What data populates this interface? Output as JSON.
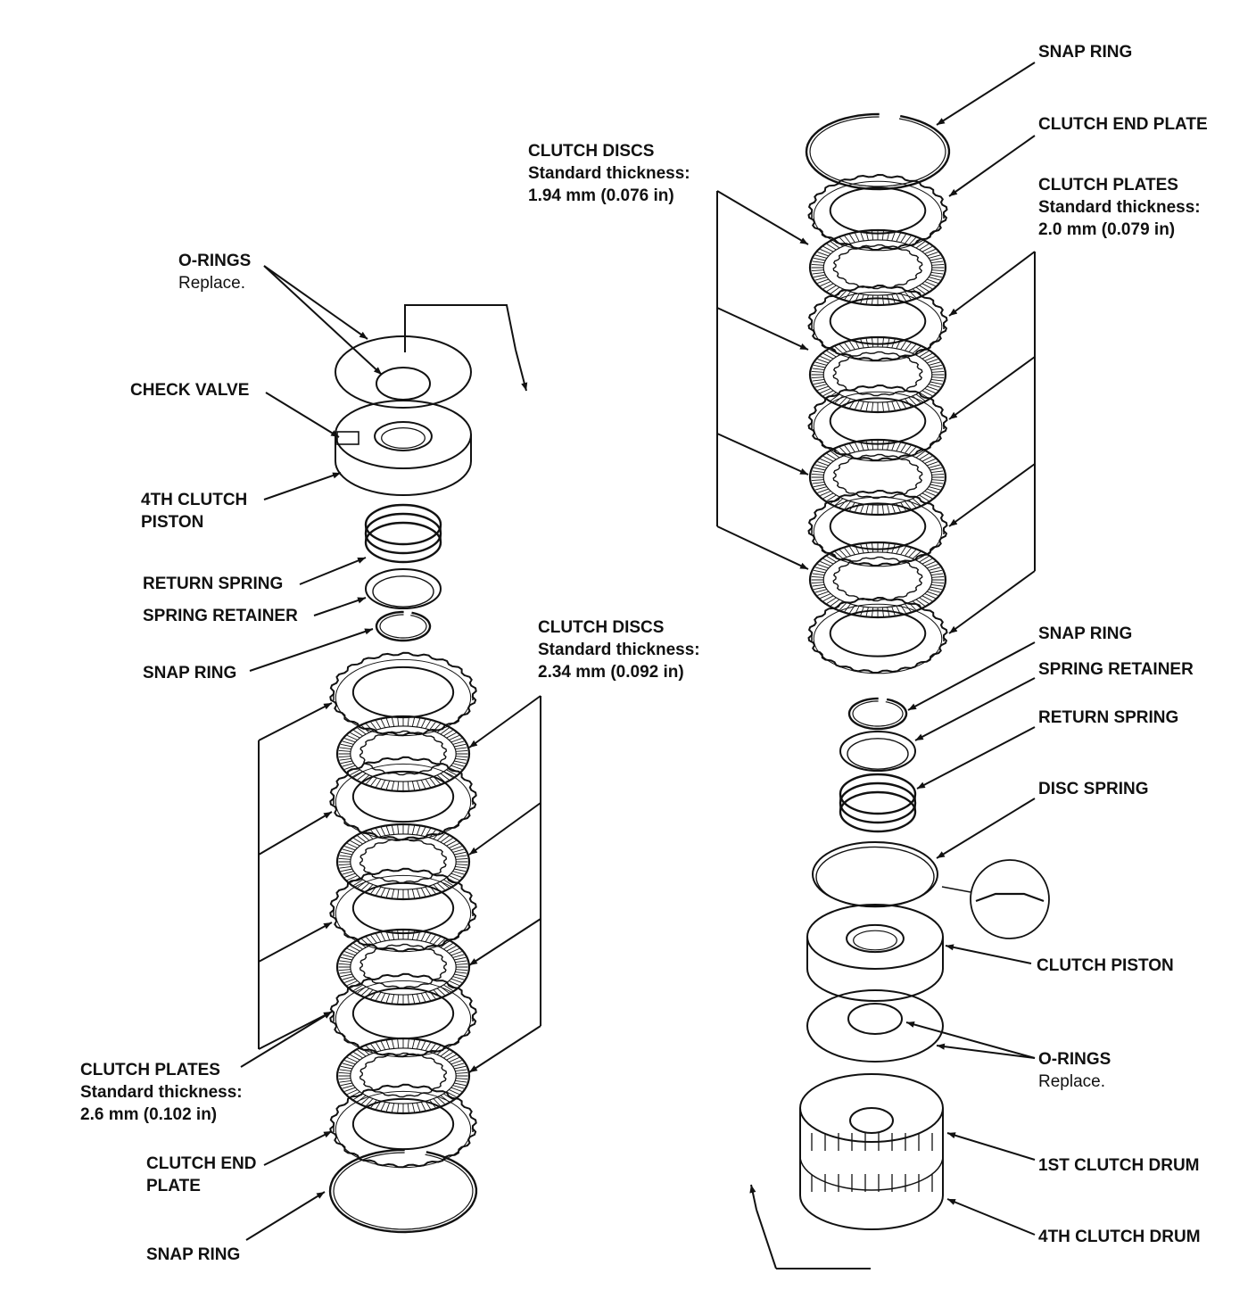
{
  "colors": {
    "ink": "#111111",
    "paper": "#ffffff"
  },
  "left_assembly": {
    "o_rings": {
      "title": "O-RINGS",
      "note": "Replace."
    },
    "check_valve": "CHECK VALVE",
    "clutch_piston": {
      "line1": "4TH CLUTCH",
      "line2": "PISTON"
    },
    "return_spring": "RETURN SPRING",
    "spring_retainer": "SPRING RETAINER",
    "snap_ring_upper": "SNAP RING",
    "clutch_discs": {
      "title": "CLUTCH DISCS",
      "line2": "Standard thickness:",
      "line3": "2.34 mm (0.092 in)"
    },
    "clutch_plates": {
      "title": "CLUTCH PLATES",
      "line2": "Standard thickness:",
      "line3": "2.6 mm (0.102 in)"
    },
    "clutch_end_plate": {
      "line1": "CLUTCH END",
      "line2": "PLATE"
    },
    "snap_ring_lower": "SNAP RING"
  },
  "right_assembly": {
    "snap_ring_top": "SNAP RING",
    "clutch_end_plate": "CLUTCH END PLATE",
    "clutch_discs": {
      "title": "CLUTCH DISCS",
      "line2": "Standard thickness:",
      "line3": "1.94 mm (0.076 in)"
    },
    "clutch_plates": {
      "title": "CLUTCH PLATES",
      "line2": "Standard thickness:",
      "line3": "2.0 mm (0.079 in)"
    },
    "snap_ring_mid": "SNAP RING",
    "spring_retainer": "SPRING RETAINER",
    "return_spring": "RETURN SPRING",
    "disc_spring": "DISC SPRING",
    "clutch_piston": "CLUTCH PISTON",
    "o_rings": {
      "title": "O-RINGS",
      "note": "Replace."
    },
    "first_clutch_drum": "1ST CLUTCH DRUM",
    "fourth_clutch_drum": "4TH CLUTCH DRUM"
  }
}
